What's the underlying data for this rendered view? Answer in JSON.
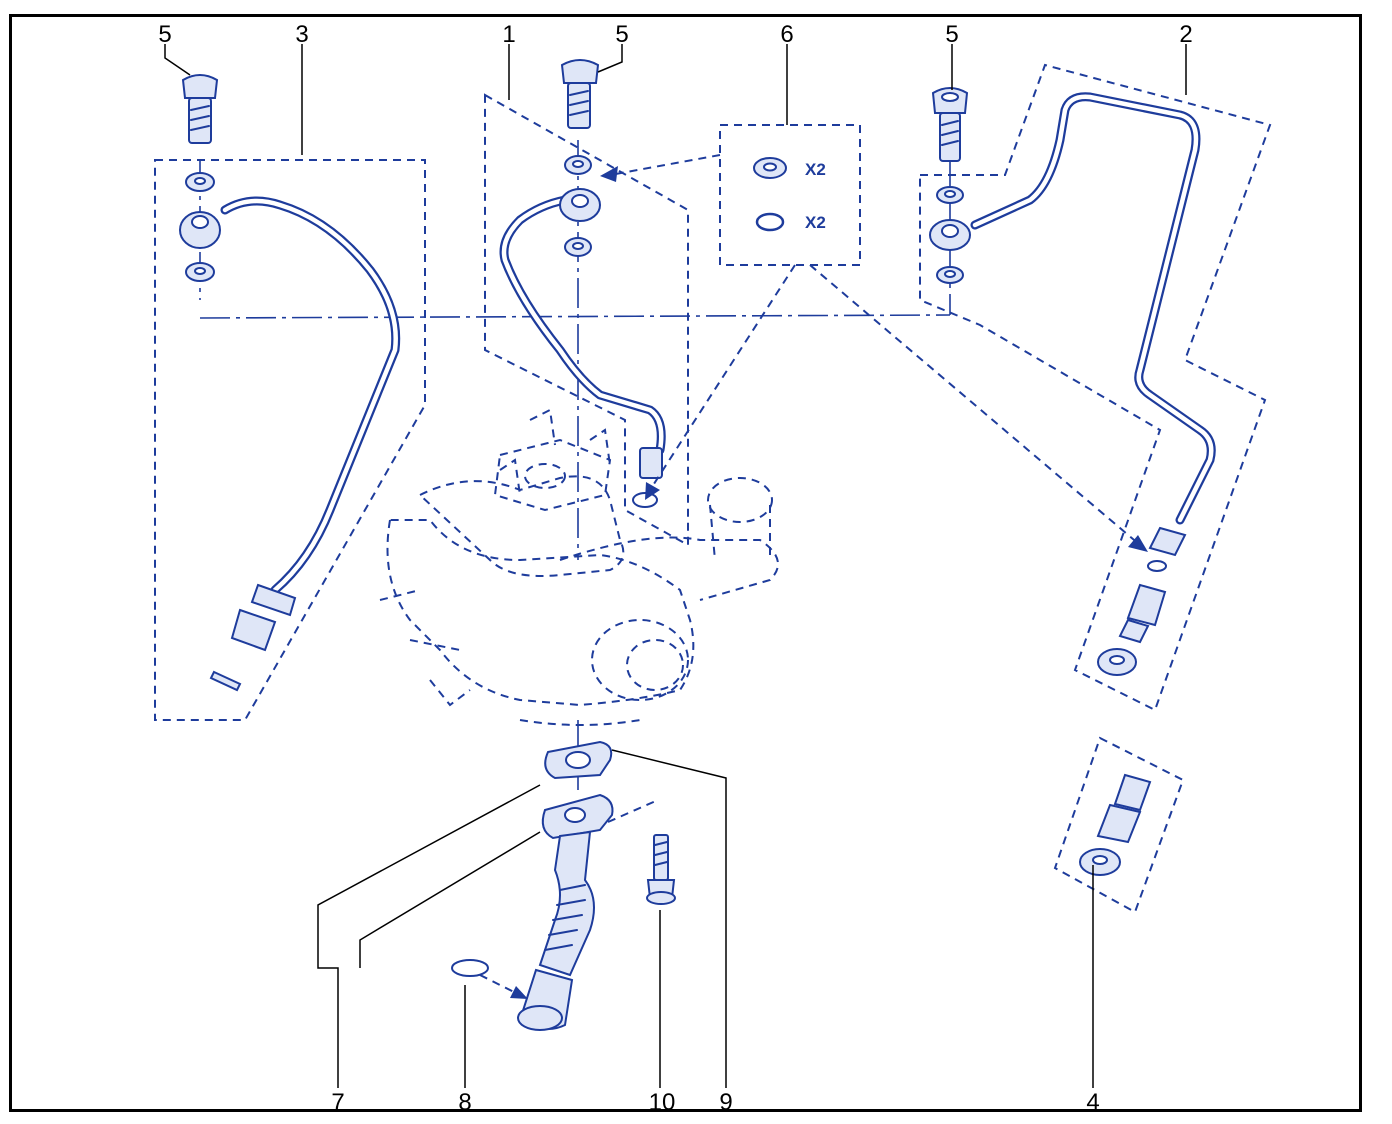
{
  "callouts": {
    "c1": "1",
    "c2": "2",
    "c3": "3",
    "c4": "4",
    "c5a": "5",
    "c5b": "5",
    "c5c": "5",
    "c6": "6",
    "c7": "7",
    "c8": "8",
    "c9": "9",
    "c10": "10"
  },
  "kit": {
    "washer_qty": "X2",
    "oring_qty": "X2"
  },
  "colors": {
    "line": "#1e3c9c",
    "fill": "#dfe6f7",
    "callout": "#000000"
  }
}
